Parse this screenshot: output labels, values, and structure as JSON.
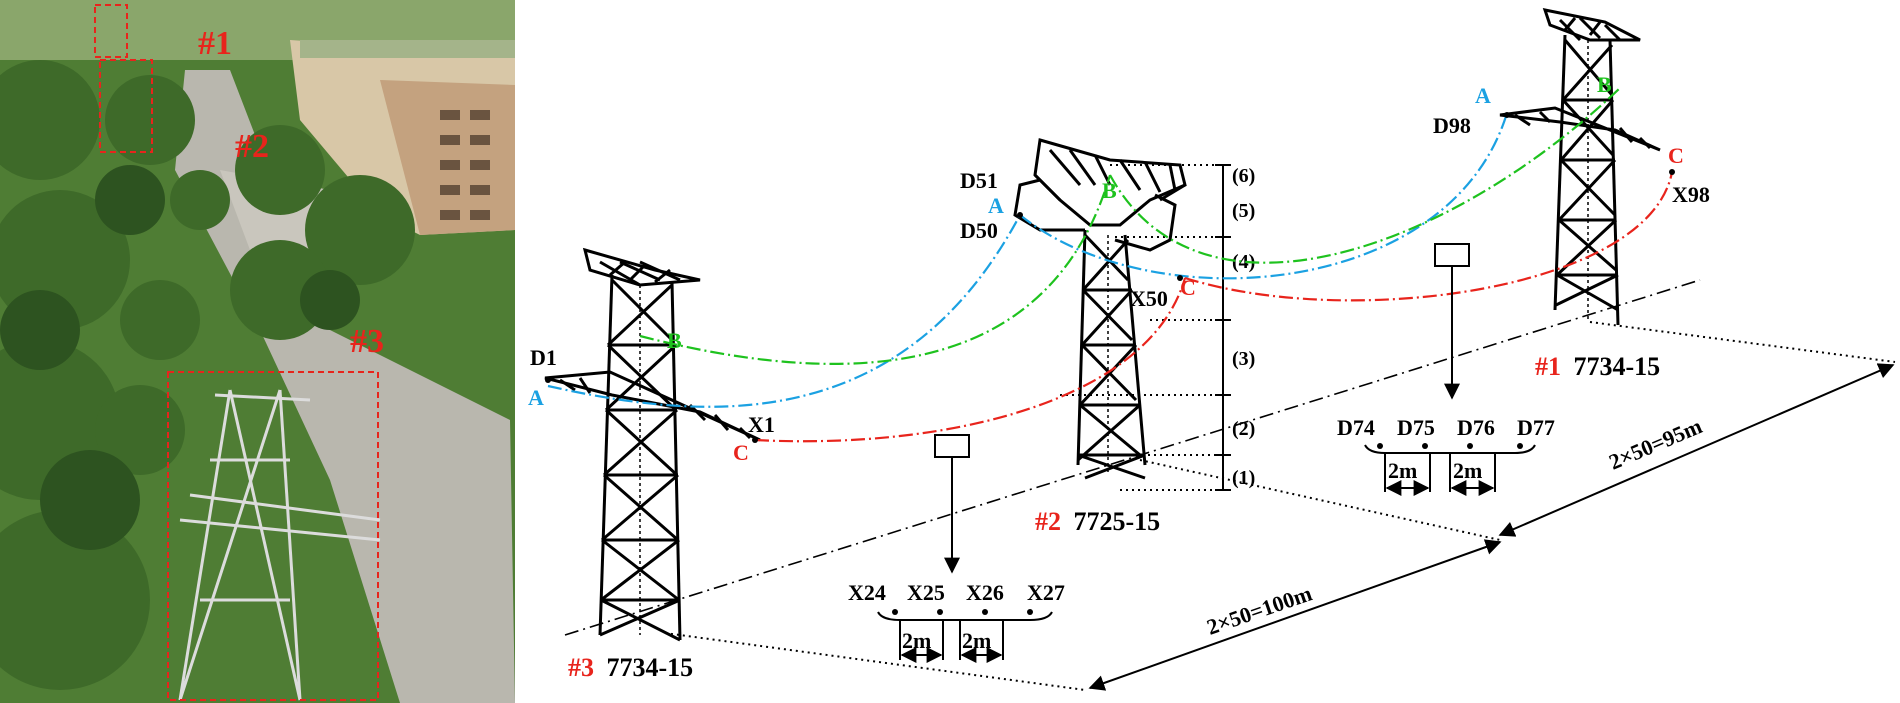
{
  "photo": {
    "markers": [
      "#1",
      "#2",
      "#3"
    ],
    "marker_color": "#e8241c"
  },
  "towers": {
    "t1": {
      "num": "#1",
      "code": "7734-15"
    },
    "t2": {
      "num": "#2",
      "code": "7725-15"
    },
    "t3": {
      "num": "#3",
      "code": "7734-15"
    }
  },
  "phases": {
    "a": "A",
    "b": "B",
    "c": "C"
  },
  "points": {
    "d1": "D1",
    "x1": "X1",
    "d50": "D50",
    "d51": "D51",
    "x50": "X50",
    "d98": "D98",
    "x98": "X98"
  },
  "levels": [
    "(1)",
    "(2)",
    "(3)",
    "(4)",
    "(5)",
    "(6)"
  ],
  "ground_row": {
    "labels": [
      "X24",
      "X25",
      "X26",
      "X27"
    ],
    "spacing": "2m"
  },
  "upper_row": {
    "labels": [
      "D74",
      "D75",
      "D76",
      "D77"
    ],
    "spacing": "2m"
  },
  "dims": {
    "span1": "2×50=100m",
    "span2": "2×50=95m"
  },
  "colors": {
    "phase_a": "#1ba1e2",
    "phase_b": "#1ec21e",
    "phase_c": "#e8241c",
    "red_label": "#e8241c",
    "ink": "#000000"
  }
}
